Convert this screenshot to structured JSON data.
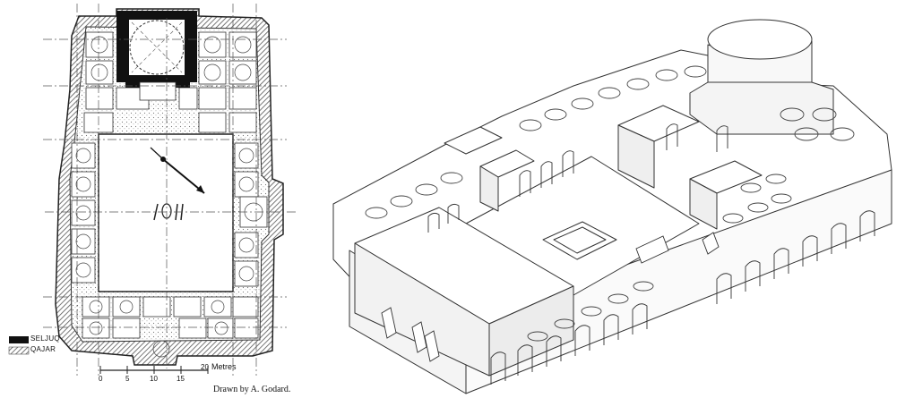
{
  "plan": {
    "legend": [
      {
        "label": "SELJUQ",
        "color": "#111111"
      },
      {
        "label": "QAJAR",
        "color": "#555555"
      }
    ],
    "scale": {
      "title": "Metres",
      "ticks": [
        "0",
        "5",
        "10",
        "15",
        "20"
      ]
    },
    "credit": "Drawn by A. Godard."
  },
  "colors": {
    "line": "#222222",
    "seljuq_fill": "#111111",
    "qajar_fill": "#555555",
    "paper": "#ffffff"
  }
}
